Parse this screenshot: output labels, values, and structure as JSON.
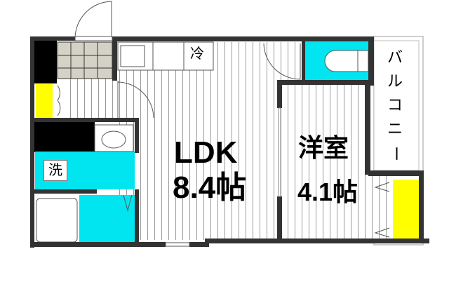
{
  "floor_plan": {
    "rooms": [
      {
        "id": "ldk",
        "label": "LDK",
        "size": "8.4帖"
      },
      {
        "id": "western_room",
        "label": "洋室",
        "size": "4.1帖"
      },
      {
        "id": "balcony",
        "label": "バルコニー",
        "chars": [
          "バ",
          "ル",
          "コ",
          "ニ",
          "ー"
        ]
      },
      {
        "id": "washroom",
        "label": "洗"
      },
      {
        "id": "fridge",
        "label": "冷"
      }
    ],
    "colors": {
      "wall": "#333333",
      "wet_area": "#00e5ef",
      "storage": "#ffff00",
      "entrance_tile": "#d4d2c6",
      "black_block": "#000000",
      "floor_lines": "#9a9a9a"
    }
  }
}
